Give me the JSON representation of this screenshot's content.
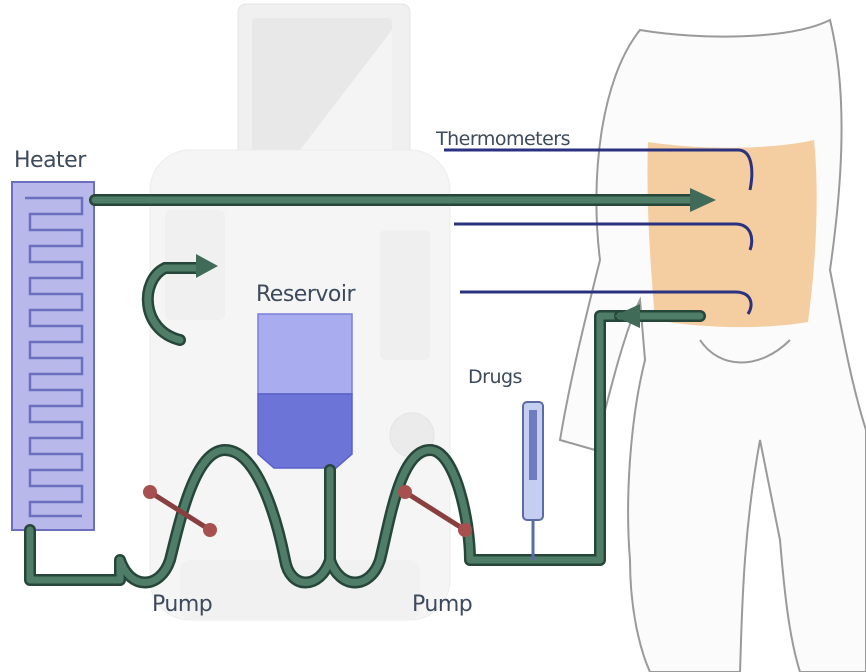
{
  "labels": {
    "heater": "Heater",
    "thermometers": "Thermometers",
    "reservoir": "Reservoir",
    "drugs": "Drugs",
    "pump_left": "Pump",
    "pump_right": "Pump"
  },
  "colors": {
    "tube": "#3f6b58",
    "tube_outline": "#27463a",
    "heater_fill": "#b9b8ea",
    "heater_coil": "#6b6fbf",
    "reservoir_light": "#a9acee",
    "reservoir_dark": "#6c74d8",
    "thermometer": "#2a3280",
    "abdomen": "#f3c896",
    "body_outline": "#9a9a9a",
    "pump_rod": "#8a3f3f",
    "machine": "#e9e9e9"
  }
}
